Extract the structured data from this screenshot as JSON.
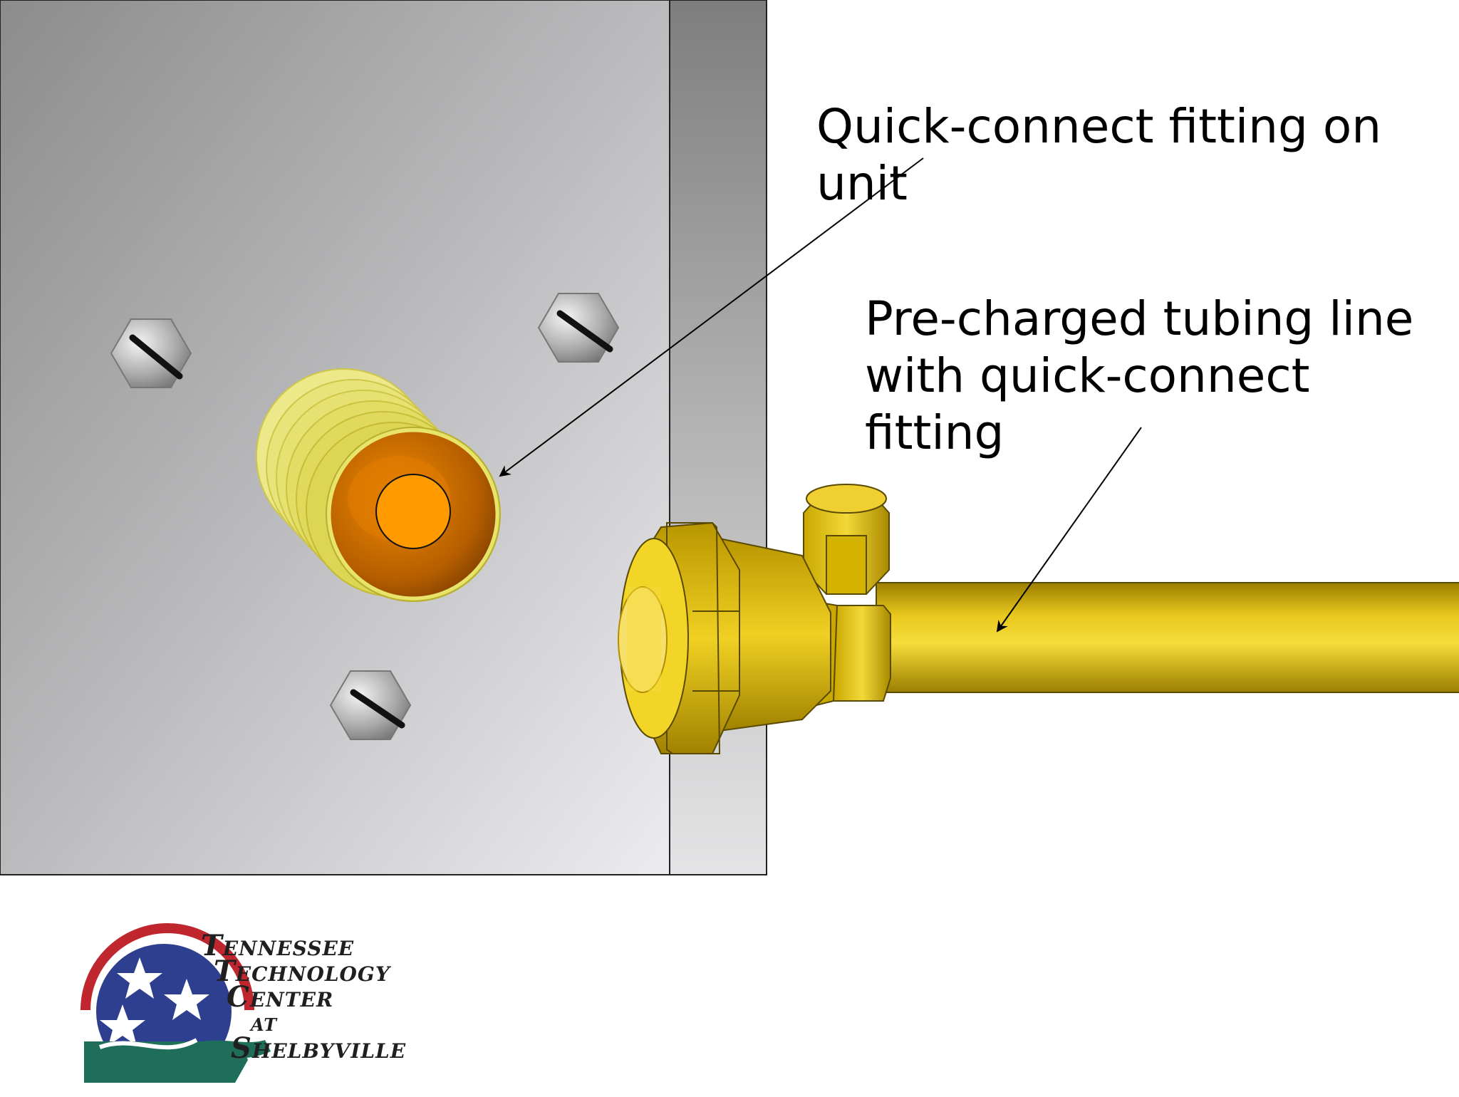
{
  "labels": {
    "quick_connect": "Quick-connect fitting on\nunit",
    "tubing": "Pre-charged tubing line\nwith quick-connect\nfitting"
  },
  "logo": {
    "line1": "Tennessee",
    "line2": "Technology",
    "line3": "Center",
    "line4": "at",
    "line5": "Shelbyville"
  },
  "colors": {
    "panel_light": "#e6e6e9",
    "panel_dark": "#8f8f8f",
    "brass": "#e8c81e",
    "brass_dark": "#a88a00",
    "fitting_yellow": "#e8e46a",
    "orange": "#ff9a00",
    "logo_blue": "#2f3f8f",
    "logo_red": "#c0262d",
    "logo_green": "#1f6e5a"
  }
}
